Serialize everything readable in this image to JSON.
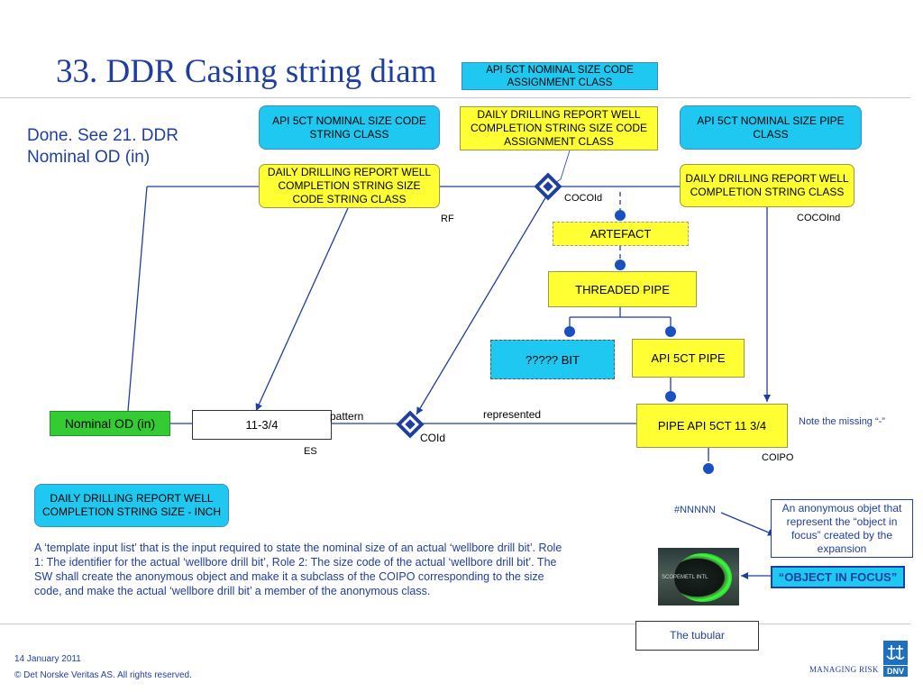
{
  "slide": {
    "title": "33. DDR Casing string diam",
    "subtitle": "Done. See 21. DDR Nominal OD (in)",
    "paragraph": "A ‘template input list’ that is the input required to state the nominal size of an actual  ‘wellbore drill bit’. Role 1: The identifier for the actual ‘wellbore drill bit’, Role 2: The size code of the actual ‘wellbore drill bit’. The SW shall create the anonymous object and make it a subclass of the COIPO corresponding to the size code, and make the actual ‘wellbore drill bit’ a member of the anonymous class.",
    "date": "14 January 2011",
    "copyright": "© Det Norske Veritas AS. All rights reserved.",
    "brand": "MANAGING RISK",
    "logo_text": "DNV"
  },
  "boxes": {
    "top_banner": "API 5CT NOMINAL SIZE CODE ASSIGNMENT CLASS",
    "string_class": "API 5CT NOMINAL SIZE CODE STRING CLASS",
    "ddr_assignment": "DAILY DRILLING REPORT WELL COMPLETION STRING SIZE CODE ASSIGNMENT CLASS",
    "pipe_class": "API 5CT NOMINAL SIZE PIPE CLASS",
    "ddr_size_code_string": "DAILY DRILLING REPORT WELL COMPLETION STRING SIZE CODE STRING CLASS",
    "ddr_string_class": "DAILY DRILLING REPORT WELL COMPLETION STRING CLASS",
    "artefact": "ARTEFACT",
    "threaded_pipe": "THREADED PIPE",
    "bit": "????? BIT",
    "api_pipe": "API 5CT PIPE",
    "nominal_od": "Nominal OD (in)",
    "size_value": "11-3/4",
    "pipe_api": "PIPE API 5CT 11 3/4",
    "ddr_inch": "DAILY DRILLING REPORT WELL COMPLETION STRING SIZE - INCH",
    "anon_note": "An anonymous objet that represent the “object in focus” created by the expansion",
    "object_in_focus": "“OBJECT IN FOCUS”",
    "tubular": "The tubular"
  },
  "labels": {
    "cocoid": "COCOId",
    "rf": "RF",
    "cocoind": "COCOInd",
    "pattern": "pattern",
    "represented": "represented",
    "coid": "COId",
    "es": "ES",
    "coipo": "COIPO",
    "note_missing": "Note the missing “-”",
    "nnnnn": "#NNNNN",
    "pipe_photo_text": "SCOPEMETL INTL"
  },
  "colors": {
    "title_blue": "#1f3fa0",
    "cyan": "#1ec8f0",
    "yellow": "#ffff33",
    "green": "#33cc33",
    "connector_blue": "#1f3fa0",
    "dot_blue": "#1a4fc0"
  }
}
